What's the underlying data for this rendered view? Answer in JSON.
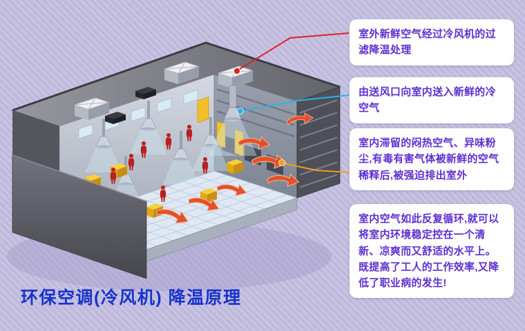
{
  "page": {
    "background_base": "#c8c3e2",
    "background_stripe": "#bdb7da"
  },
  "title": {
    "text": "环保空调(冷风机)  降温原理",
    "color": "#1633cc"
  },
  "callouts": [
    {
      "text": "室外新鲜空气经过冷风机的过滤降温处理",
      "connector_color": "#e02121"
    },
    {
      "text": "由送风口向室内送入新鲜的冷空气",
      "connector_color": "#2ab4e6"
    },
    {
      "text": "室内滞留的闷热空气、异味粉尘,有毒有害气体被新鲜的空气稀释后,被强迫排出室外",
      "connector_color": "#f59b23"
    },
    {
      "text": "室内空气如此反复循环,就可以将室内环境稳定控在一个清新、凉爽而又舒适的水平上。既提高了工人的工作效率,又降低了职业病的发生!",
      "connector_color": ""
    }
  ],
  "illustration": {
    "subject": "isometric cutaway workshop showing evaporative cooler airflow",
    "colors": {
      "roof_gray": "#7a7a84",
      "floor_blue": "#dfe8f3",
      "exhaust_arrow_orange": "#e2512a",
      "machine_yellow": "#f2c028",
      "worker_red": "#b82020"
    }
  }
}
